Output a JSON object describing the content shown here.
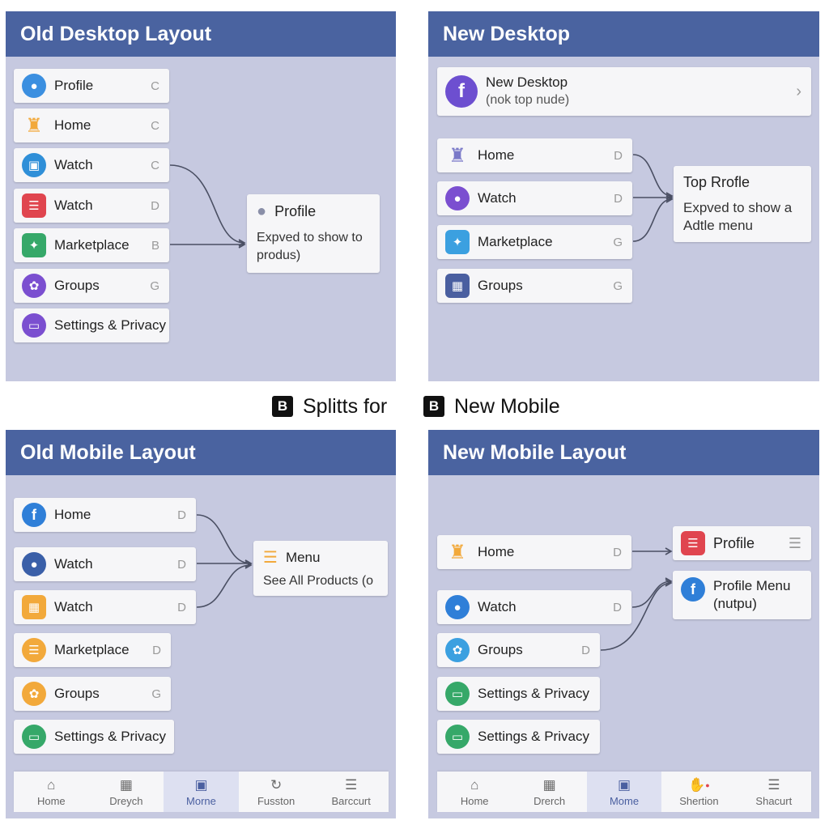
{
  "colors": {
    "header_bg": "#4a63a0",
    "panel_bg": "#c6c9e0",
    "item_bg": "#f6f6f8",
    "active_nav_bg": "#dde0f1"
  },
  "panels": {
    "old_desktop": {
      "title": "Old Desktop Layout",
      "items": [
        {
          "label": "Profile",
          "key": "C",
          "icon": "person-icon",
          "color": "#3b8fe0"
        },
        {
          "label": "Home",
          "key": "C",
          "icon": "home-person-icon",
          "color": "#f2a93b"
        },
        {
          "label": "Watch",
          "key": "C",
          "icon": "watch-icon",
          "color": "#2f8fd8"
        },
        {
          "label": "Watch",
          "key": "D",
          "icon": "list-icon",
          "color": "#e0454f"
        },
        {
          "label": "Marketplace",
          "key": "B",
          "icon": "people-icon",
          "color": "#36a869"
        },
        {
          "label": "Groups",
          "key": "G",
          "icon": "groups-icon",
          "color": "#7b4fd0"
        },
        {
          "label": "Settings & Privacy",
          "key": "",
          "icon": "monitor-icon",
          "color": "#7b4fd0"
        }
      ],
      "card": {
        "title": "Profile",
        "icon": "person-icon",
        "text": "Expved to show to produs)"
      }
    },
    "new_desktop": {
      "title": "New Desktop",
      "top": {
        "title": "New Desktop",
        "subtitle": "(nok top nude)",
        "icon": "facebook-icon",
        "color": "#6d4fd0"
      },
      "items": [
        {
          "label": "Home",
          "key": "D",
          "icon": "home-person-icon",
          "color": "#7a79c8"
        },
        {
          "label": "Watch",
          "key": "D",
          "icon": "chat-icon",
          "color": "#7b4fd0"
        },
        {
          "label": "Marketplace",
          "key": "G",
          "icon": "people-icon",
          "color": "#3ba0e0"
        },
        {
          "label": "Groups",
          "key": "G",
          "icon": "grid-icon",
          "color": "#4a5fa0"
        }
      ],
      "card": {
        "title": "Top Rrofle",
        "text": "Expved to show a Adtle menu"
      }
    },
    "old_mobile": {
      "title": "Old Mobile Layout",
      "items": [
        {
          "label": "Home",
          "key": "D",
          "icon": "facebook-icon",
          "color": "#2f7fd8"
        },
        {
          "label": "Watch",
          "key": "D",
          "icon": "chat-icon",
          "color": "#3a5fa8"
        },
        {
          "label": "Watch",
          "key": "D",
          "icon": "watch-icon",
          "color": "#f2a93b"
        },
        {
          "label": "Marketplace",
          "key": "D",
          "icon": "list-icon",
          "color": "#f2a93b"
        },
        {
          "label": "Groups",
          "key": "G",
          "icon": "groups-icon",
          "color": "#f2a93b"
        },
        {
          "label": "Settings & Privacy",
          "key": "",
          "icon": "monitor-icon",
          "color": "#36a869"
        }
      ],
      "card": {
        "title": "Menu",
        "icon": "menu-icon",
        "text": "See All Products (o"
      },
      "nav": [
        {
          "label": "Home",
          "icon": "home-icon"
        },
        {
          "label": "Dreych",
          "icon": "calendar-icon"
        },
        {
          "label": "Morne",
          "icon": "flag-icon"
        },
        {
          "label": "Fusston",
          "icon": "refresh-icon"
        },
        {
          "label": "Barccurt",
          "icon": "menu-lines-icon"
        }
      ]
    },
    "new_mobile": {
      "title": "New Mobile Layout",
      "items": [
        {
          "label": "Home",
          "key": "D",
          "icon": "home-person-icon",
          "color": "#f2a93b"
        },
        {
          "label": "Watch",
          "key": "D",
          "icon": "chat-icon",
          "color": "#2f7fd8"
        },
        {
          "label": "Groups",
          "key": "D",
          "icon": "groups-icon",
          "color": "#3ba0e0"
        },
        {
          "label": "Settings & Privacy",
          "key": "",
          "icon": "monitor-icon",
          "color": "#36a869"
        },
        {
          "label": "Settings & Privacy",
          "key": "",
          "icon": "monitor-icon",
          "color": "#36a869"
        }
      ],
      "card_profile": {
        "title": "Profile",
        "icon": "list-icon",
        "color": "#e0454f"
      },
      "card_menu": {
        "title": "Profile Menu",
        "subtitle": "(nutpu)",
        "icon": "facebook-icon",
        "color": "#2f7fd8"
      },
      "nav": [
        {
          "label": "Home",
          "icon": "home-icon"
        },
        {
          "label": "Drerch",
          "icon": "calendar-icon"
        },
        {
          "label": "Mome",
          "icon": "flag-icon"
        },
        {
          "label": "Shertion",
          "icon": "thumb-icon"
        },
        {
          "label": "Shacurt",
          "icon": "menu-lines-icon"
        }
      ]
    }
  },
  "middle": [
    {
      "badge": "B",
      "text": "Splitts for"
    },
    {
      "badge": "B",
      "text": "New Mobile"
    }
  ]
}
